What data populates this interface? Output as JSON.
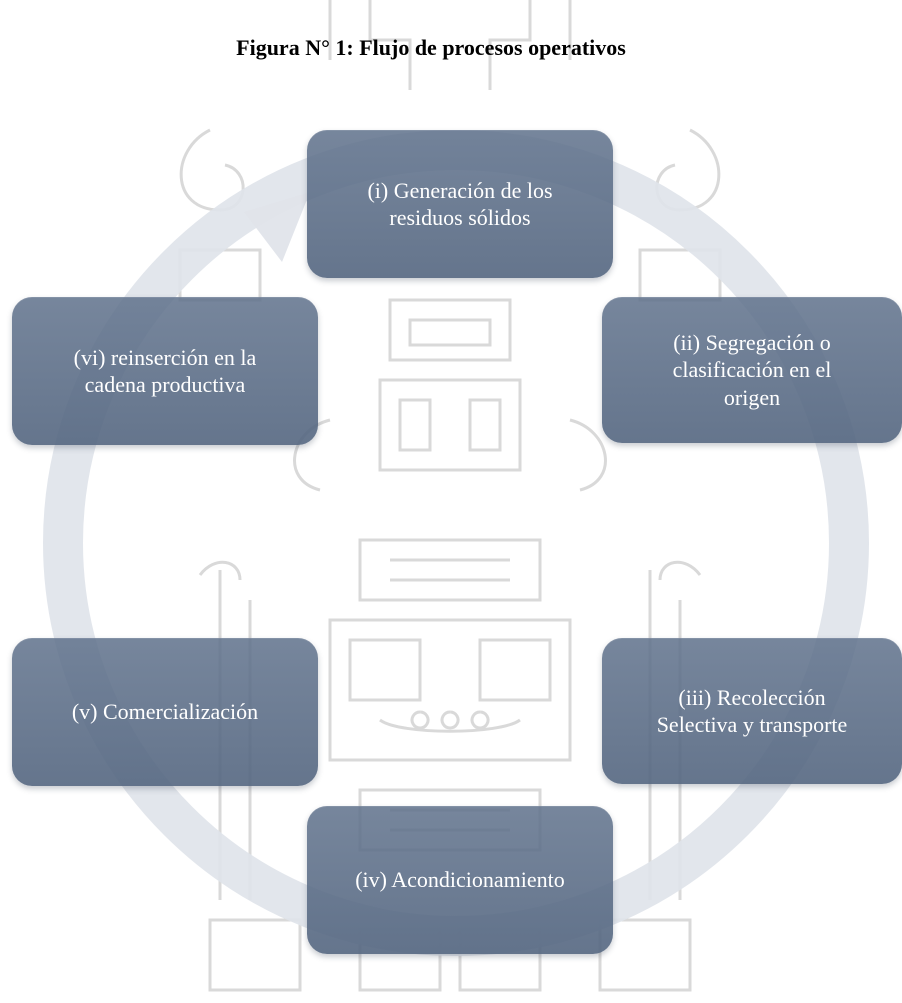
{
  "figure": {
    "title": "Figura N° 1: Flujo de procesos operativos"
  },
  "cycle": {
    "ring_color": "#dfe3ea",
    "box_color": "#5d6f88",
    "box_text_color": "#ffffff",
    "steps": [
      {
        "id": "i",
        "label": "(i) Generación de los\nresiduos sólidos"
      },
      {
        "id": "ii",
        "label": "(ii) Segregación o\nclasificación  en el\norigen"
      },
      {
        "id": "iii",
        "label": "(iii) Recolección\nSelectiva  y transporte"
      },
      {
        "id": "iv",
        "label": "(iv) Acondicionamiento"
      },
      {
        "id": "v",
        "label": "(v) Comercialización"
      },
      {
        "id": "vi",
        "label": "(vi) reinserción en la\ncadena productiva"
      }
    ]
  }
}
